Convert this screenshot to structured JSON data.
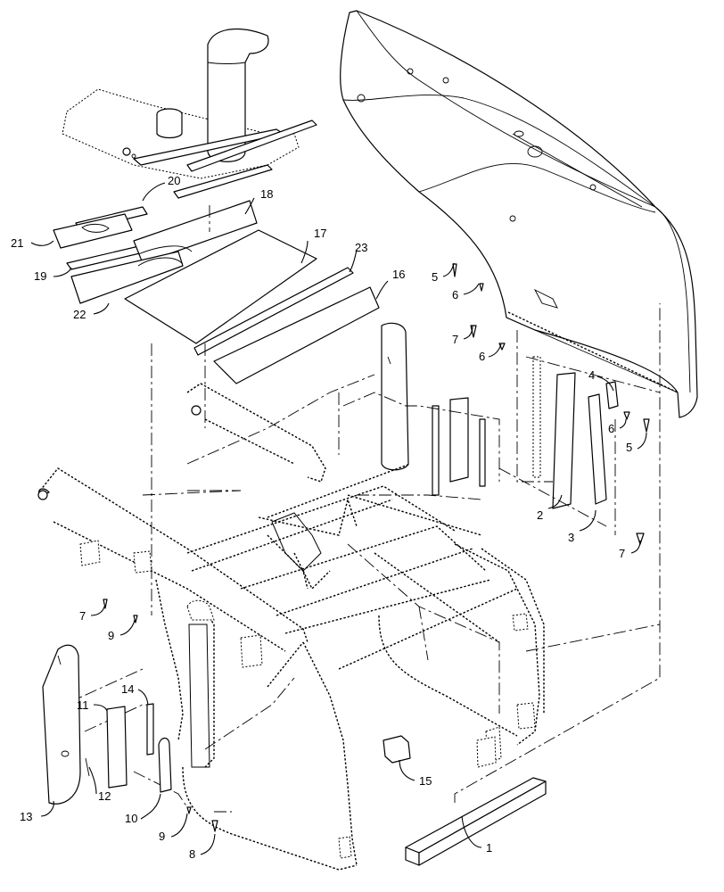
{
  "callouts": [
    {
      "id": "c1",
      "text": "1"
    },
    {
      "id": "c2",
      "text": "2"
    },
    {
      "id": "c3",
      "text": "3"
    },
    {
      "id": "c4",
      "text": "4"
    },
    {
      "id": "c5a",
      "text": "5"
    },
    {
      "id": "c5b",
      "text": "5"
    },
    {
      "id": "c6a",
      "text": "6"
    },
    {
      "id": "c6b",
      "text": "6"
    },
    {
      "id": "c6c",
      "text": "6"
    },
    {
      "id": "c7a",
      "text": "7"
    },
    {
      "id": "c7b",
      "text": "7"
    },
    {
      "id": "c7c",
      "text": "7"
    },
    {
      "id": "c8",
      "text": "8"
    },
    {
      "id": "c9a",
      "text": "9"
    },
    {
      "id": "c9b",
      "text": "9"
    },
    {
      "id": "c10",
      "text": "10"
    },
    {
      "id": "c11",
      "text": "11"
    },
    {
      "id": "c12",
      "text": "12"
    },
    {
      "id": "c13",
      "text": "13"
    },
    {
      "id": "c14",
      "text": "14"
    },
    {
      "id": "c15",
      "text": "15"
    },
    {
      "id": "c16",
      "text": "16"
    },
    {
      "id": "c17",
      "text": "17"
    },
    {
      "id": "c18",
      "text": "18"
    },
    {
      "id": "c19",
      "text": "19"
    },
    {
      "id": "c20",
      "text": "20"
    },
    {
      "id": "c21",
      "text": "21"
    },
    {
      "id": "c22",
      "text": "22"
    },
    {
      "id": "c23",
      "text": "23"
    }
  ]
}
